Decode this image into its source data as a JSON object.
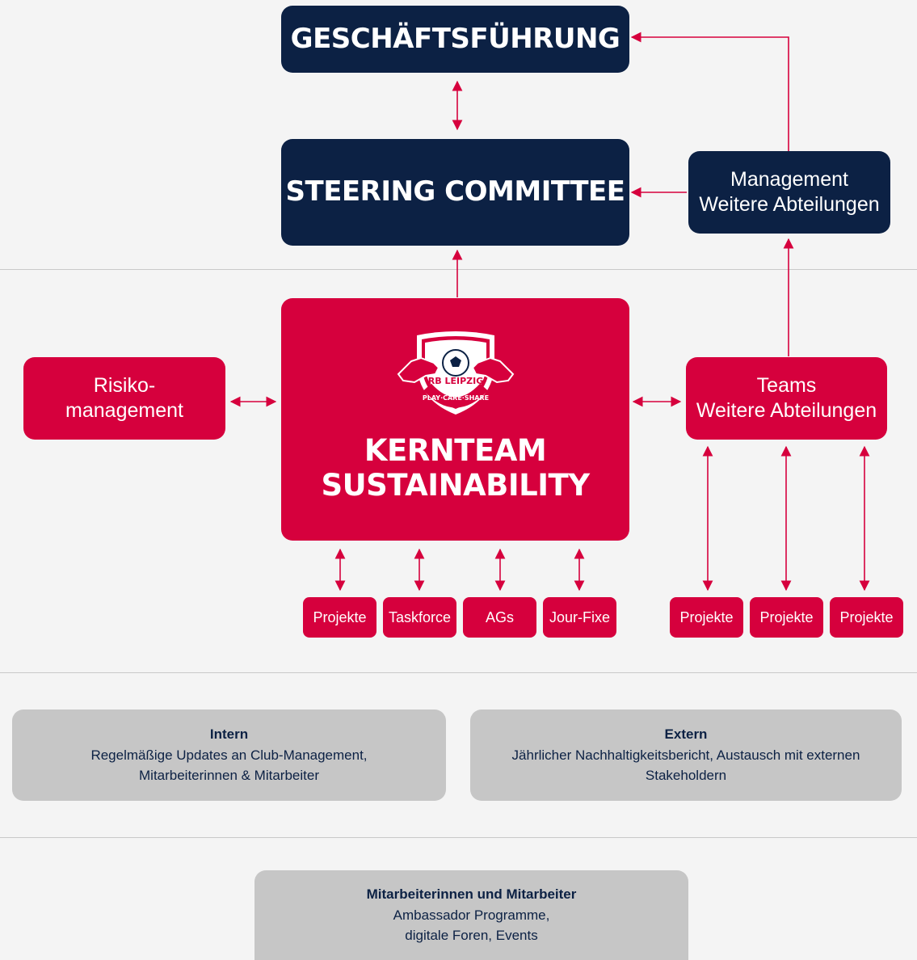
{
  "top": {
    "geschaeftsfuehrung": "GESCHÄFTSFÜHRUNG",
    "steering_committee": "STEERING COMMITTEE",
    "management_line1": "Management",
    "management_line2": "Weitere Abteilungen"
  },
  "middle": {
    "risiko_line1": "Risiko-",
    "risiko_line2": "management",
    "kernteam_line1": "KERNTEAM",
    "kernteam_line2": "SUSTAINABILITY",
    "logo_text_top": "RB LEIPZIG",
    "logo_text_bottom": "PLAY·CARE·SHARE",
    "teams_line1": "Teams",
    "teams_line2": "Weitere Abteilungen",
    "kern_items": [
      "Projekte",
      "Taskforce",
      "AGs",
      "Jour-Fixe"
    ],
    "team_items": [
      "Projekte",
      "Projekte",
      "Projekte"
    ]
  },
  "communication": {
    "intern_title": "Intern",
    "intern_text_line1": "Regelmäßige Updates an Club-Management,",
    "intern_text_line2": "Mitarbeiterinnen & Mitarbeiter",
    "extern_title": "Extern",
    "extern_text_line1": "Jährlicher Nachhaltigkeitsbericht, Austausch mit externen",
    "extern_text_line2": "Stakeholdern"
  },
  "employees": {
    "title": "Mitarbeiterinnen und Mitarbeiter",
    "line1": "Ambassador Programme,",
    "line2": "digitale Foren, Events"
  },
  "colors": {
    "navy": "#0c2144",
    "red": "#d6003d",
    "grey": "#c6c6c6",
    "background": "#f4f4f4"
  }
}
